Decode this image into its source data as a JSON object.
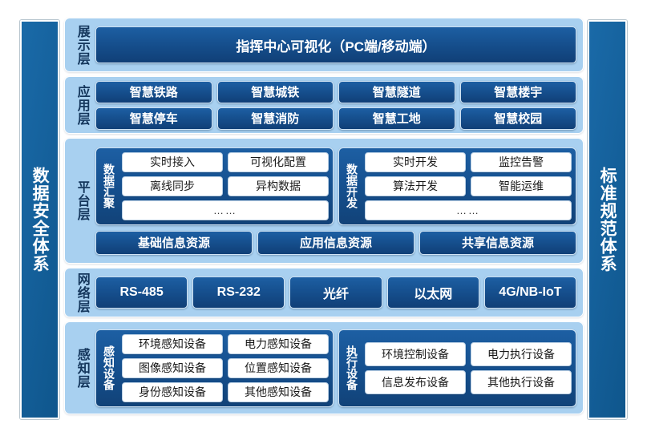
{
  "pillars": {
    "left": {
      "name": "data-security-system",
      "text": "数据安全体系"
    },
    "right": {
      "name": "standard-spec-system",
      "text": "标准规范体系"
    }
  },
  "layers": [
    {
      "key": "display",
      "label": "展示层",
      "items": [
        "指挥中心可视化（PC端/移动端）"
      ]
    },
    {
      "key": "application",
      "label": "应用层",
      "row1": [
        "智慧铁路",
        "智慧城铁",
        "智慧隧道",
        "智慧楼宇"
      ],
      "row2": [
        "智慧停车",
        "智慧消防",
        "智慧工地",
        "智慧校园"
      ]
    },
    {
      "key": "platform",
      "label": "平台层",
      "groups": [
        {
          "label": "数据汇聚",
          "row1": [
            "实时接入",
            "可视化配置"
          ],
          "row2": [
            "离线同步",
            "异构数据"
          ],
          "row3": "……"
        },
        {
          "label": "数据开发",
          "row1": [
            "实时开发",
            "监控告警"
          ],
          "row2": [
            "算法开发",
            "智能运维"
          ],
          "row3": "……"
        }
      ],
      "resources": [
        "基础信息资源",
        "应用信息资源",
        "共享信息资源"
      ]
    },
    {
      "key": "network",
      "label": "网络层",
      "items": [
        "RS-485",
        "RS-232",
        "光纤",
        "以太网",
        "4G/NB-IoT"
      ]
    },
    {
      "key": "sensing",
      "label": "感知层",
      "groups": [
        {
          "label": "感知设备",
          "rows": [
            [
              "环境感知设备",
              "电力感知设备"
            ],
            [
              "图像感知设备",
              "位置感知设备"
            ],
            [
              "身份感知设备",
              "其他感知设备"
            ]
          ]
        },
        {
          "label": "执行设备",
          "rows": [
            [
              "环境控制设备",
              "电力执行设备"
            ],
            [
              "信息发布设备",
              "其他执行设备"
            ]
          ]
        }
      ]
    }
  ],
  "colors": {
    "page_background": "#44604a",
    "canvas": "#ffffff",
    "layer_band": "#a8d0f0",
    "pill_dark": "#16508f",
    "pillar_blue": "#15619c",
    "chip_white": "#ffffff",
    "label_text": "#14365c"
  }
}
